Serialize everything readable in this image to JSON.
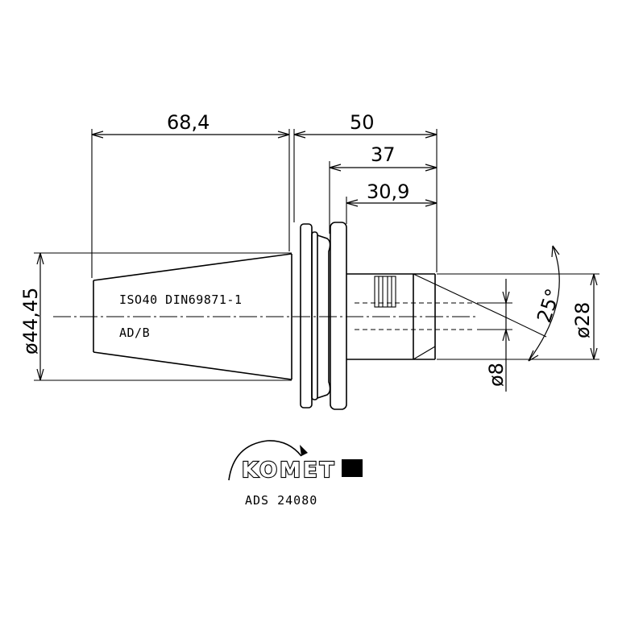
{
  "dimensions": {
    "taper_length": "68,4",
    "overall_length": "50",
    "length_37": "37",
    "length_30_9": "30,9",
    "flange_diameter": "ø44,45",
    "bore_diameter": "ø8",
    "shank_diameter": "ø28",
    "angle": "25°"
  },
  "notes": {
    "standard": "ISO40 DIN69871-1",
    "form": "AD/B"
  },
  "logo": {
    "brand": "KOMET",
    "part_code": "ADS 24080"
  }
}
